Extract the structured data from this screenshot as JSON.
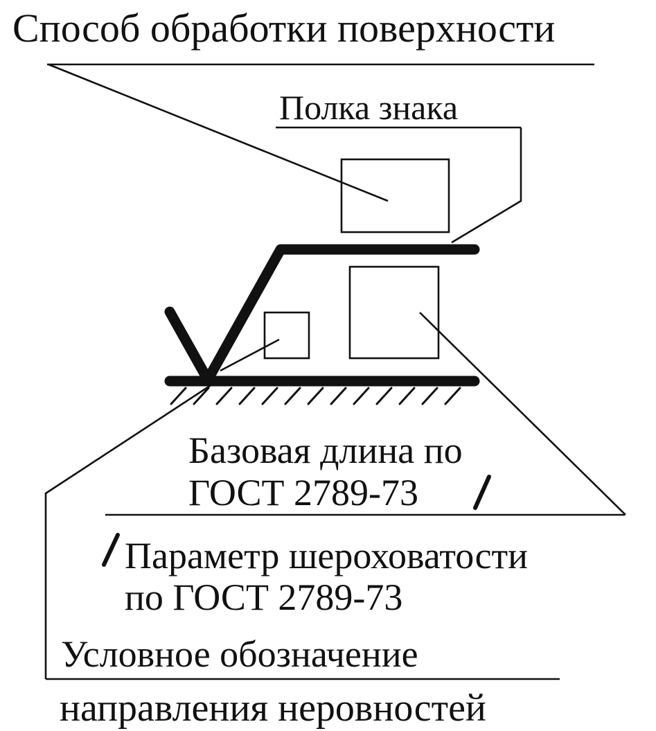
{
  "labels": {
    "processing_method": "Способ обработки поверхности",
    "sign_shelf": "Полка знака",
    "base_length_line1": "Базовая длина по",
    "base_length_line2": "ГОСТ 2789-73",
    "roughness_line1": "Параметр шероховатости",
    "roughness_line2": "по ГОСТ 2789-73",
    "direction_line1": "Условное обозначение",
    "direction_line2": "направления неровностей"
  }
}
